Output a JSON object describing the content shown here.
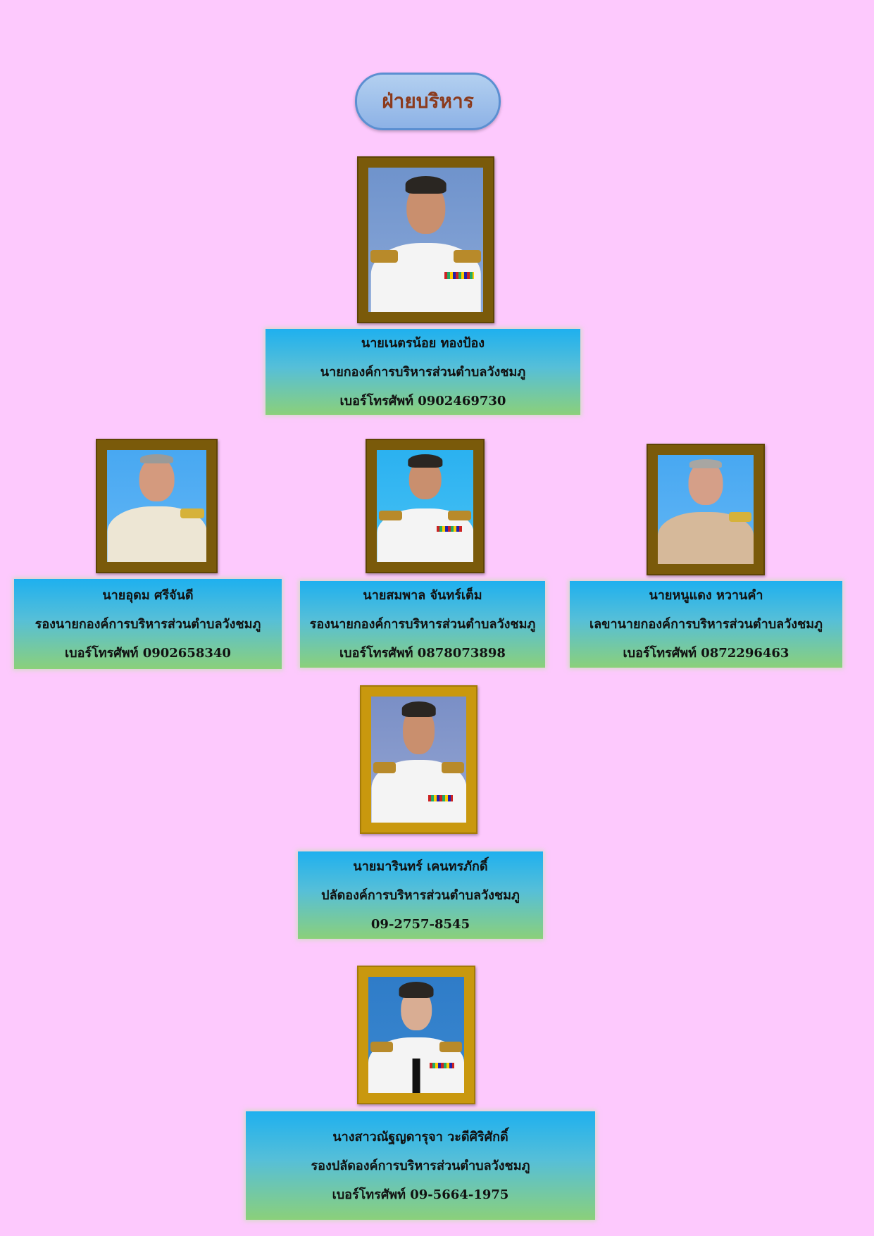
{
  "header": {
    "title": "ฝ่ายบริหาร"
  },
  "members": [
    {
      "name": "นายเนตรน้อย ทองป้อง",
      "position": "นายกองค์การบริหารส่วนตำบลวังชมภู",
      "phone": "เบอร์โทรศัพท์ 0902469730"
    },
    {
      "name": "นายอุดม ศรีจันดี",
      "position": "รองนายกองค์การบริหารส่วนตำบลวังชมภู",
      "phone": "เบอร์โทรศัพท์ 0902658340"
    },
    {
      "name": "นายสมพาล จันทร์เต็ม",
      "position": "รองนายกองค์การบริหารส่วนตำบลวังชมภู",
      "phone": "เบอร์โทรศัพท์ 0878073898"
    },
    {
      "name": "นายหนูแดง หวานคำ",
      "position": "เลขานายกองค์การบริหารส่วนตำบลวังชมภู",
      "phone": "เบอร์โทรศัพท์ 0872296463"
    },
    {
      "name": "นายมารินทร์ เคนทรภักดิ์",
      "position": "ปลัดองค์การบริหารส่วนตำบลวังชมภู",
      "phone": "09-2757-8545"
    },
    {
      "name": "นางสาวณัฐญดารุจา วะดีศิริศักดิ์",
      "position": "รองปลัดองค์การบริหารส่วนตำบลวังชมภู",
      "phone": "เบอร์โทรศัพท์   09-5664-1975"
    }
  ]
}
